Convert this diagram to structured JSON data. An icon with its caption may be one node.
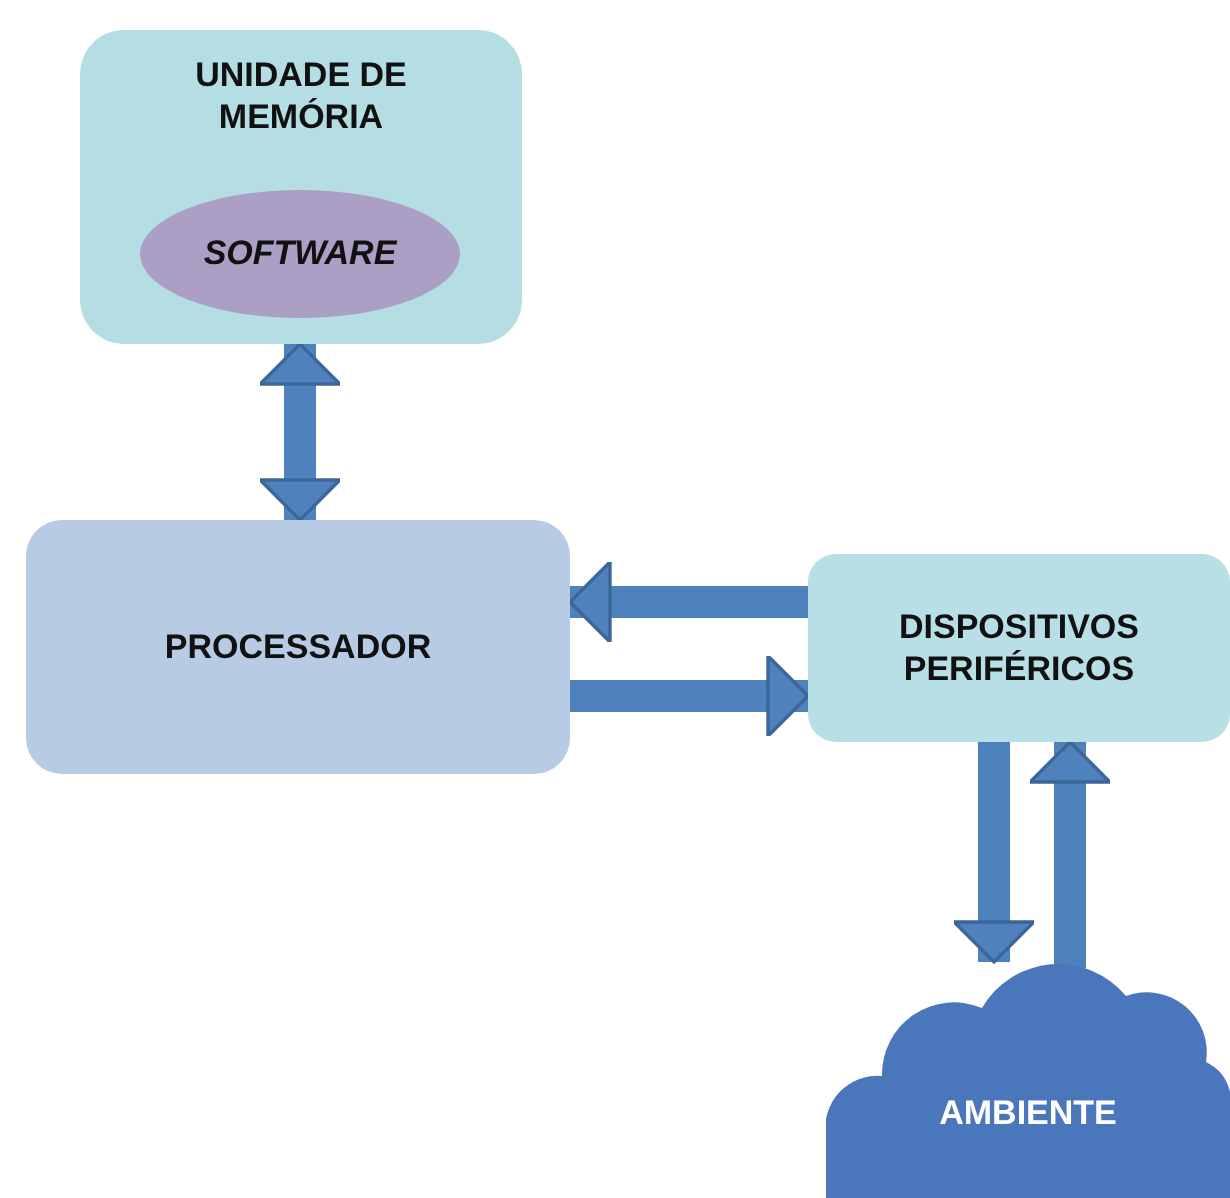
{
  "diagram": {
    "nodes": [
      {
        "text": [
          "UNIDADE DE MEMÓRIA"
        ]
      },
      {
        "text": [
          "SOFTWARE"
        ],
        "in": 0
      },
      {
        "text": [
          "PROCESSADOR"
        ]
      },
      {
        "text": [
          "DISPOSITIVOS PERIFÉRICOS"
        ]
      },
      {
        "text": [
          "AMBIENTE"
        ]
      }
    ],
    "edges": [
      {
        "from": 0,
        "to": 2,
        "arrow": "both"
      },
      {
        "from": 3,
        "to": 2,
        "arrow": "to"
      },
      {
        "from": 2,
        "to": 3,
        "arrow": "to"
      },
      {
        "from": 3,
        "to": 4,
        "arrow": "to"
      },
      {
        "from": 4,
        "to": 3,
        "arrow": "to"
      }
    ]
  }
}
